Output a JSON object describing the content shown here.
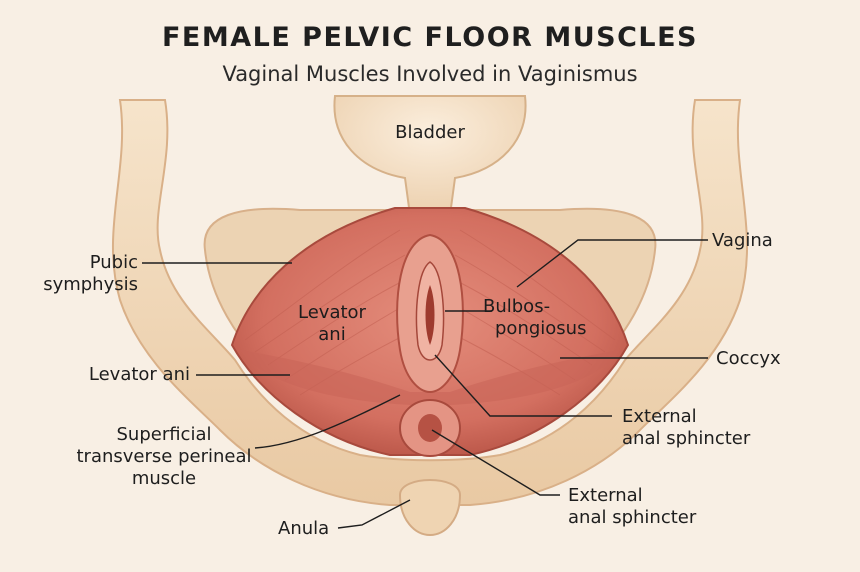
{
  "title": "FEMALE PELVIC FLOOR MUSCLES",
  "subtitle": "Vaginal Muscles Involved in Vaginismus",
  "labels": {
    "bladder": "Bladder",
    "vagina": "Vagina",
    "pubic_symphysis_1": "Pubic",
    "pubic_symphysis_2": "symphysis",
    "levator_ani_inner_1": "Levator",
    "levator_ani_inner_2": "ani",
    "bulbospongiosus_1": "Bulbos-",
    "bulbospongiosus_2": "pongiosus",
    "coccyx": "Coccyx",
    "levator_ani": "Levator ani",
    "external_anal_sphincter_a_1": "External",
    "external_anal_sphincter_a_2": "anal sphincter",
    "superficial_1": "Superficial",
    "superficial_2": "transverse perineal",
    "superficial_3": "muscle",
    "external_anal_sphincter_b_1": "External",
    "external_anal_sphincter_b_2": "anal sphincter",
    "anula": "Anula"
  },
  "colors": {
    "background": "#f8efe4",
    "bone": "#f1d9b9",
    "bone_shadow": "#ddb68f",
    "muscle": "#d9786a",
    "muscle_dark": "#b85446",
    "muscle_light": "#e99a89",
    "leader_line": "#1e1e1e"
  }
}
